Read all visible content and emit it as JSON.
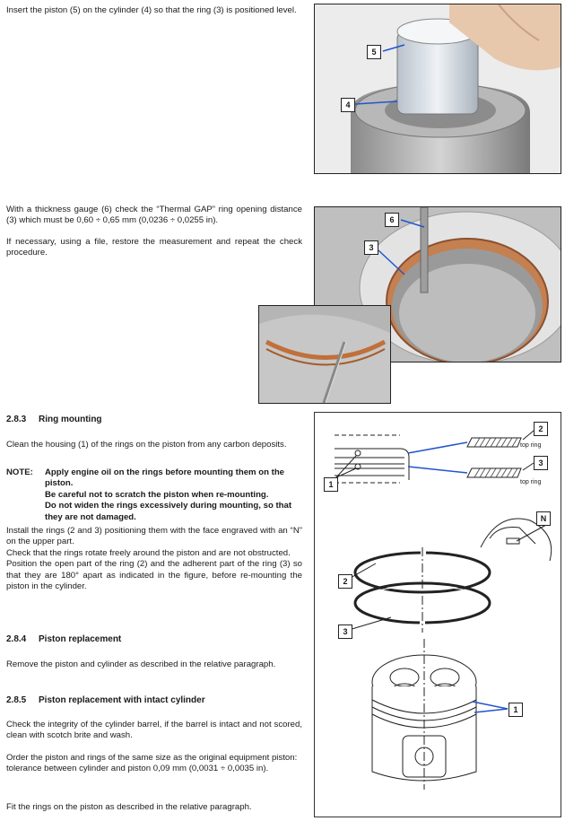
{
  "blocks": {
    "p1": "Insert the piston (5) on the cylinder (4) so that the ring (3) is positioned level.",
    "p2": "With a thickness gauge (6) check the “Thermal GAP” ring opening distance (3) which must be 0,60 ÷ 0,65 mm (0,0236 ÷ 0,0255 in).",
    "p3": "If necessary, using a file, restore the measurement and repeat the check procedure.",
    "s283_num": "2.8.3",
    "s283_title": "Ring mounting",
    "p4": "Clean the housing (1) of the rings on the piston from any carbon deposits.",
    "note_label": "NOTE:",
    "note_line1": "Apply engine oil on the rings before mounting them on the piston.",
    "note_line2": "Be careful not to scratch the piston when re-mounting.",
    "note_line3": "Do not widen the rings excessively during mounting, so that they are not damaged.",
    "p5a": "Install the rings (2 and 3) positioning them with the face engraved with an “N” on the upper part.",
    "p5b": "Check that the rings rotate freely around the piston and are not obstructed.",
    "p5c": "Position the open part of the ring  (2) and the adherent part of the ring (3) so that they are 180° apart as indicated in the figure, before re-mounting the piston in the cylinder.",
    "s284_num": "2.8.4",
    "s284_title": "Piston replacement",
    "p6": "Remove the piston and cylinder as described in the relative paragraph.",
    "s285_num": "2.8.5",
    "s285_title": "Piston replacement with intact cylinder",
    "p7": "Check the integrity of the cylinder barrel, if the barrel is intact and not scored, clean with scotch brite and wash.",
    "p8a": "Order the piston and rings of the same size as the original equipment piston:",
    "p8b": "tolerance between cylinder and piston 0,09 mm (0,0031 ÷ 0,0035 in).",
    "p9": "Fit the rings on the piston as described in the relative paragraph."
  },
  "figures": {
    "fig1_callouts": [
      "5",
      "4"
    ],
    "fig2_callouts": [
      "6",
      "3"
    ],
    "fig3_callouts": [
      "2",
      "3",
      "1",
      "N",
      "2",
      "3",
      "1"
    ],
    "top_ring_label": "top ring"
  },
  "colors": {
    "callout_arrow": "#2255cc",
    "ring_copper": "#c0703a"
  }
}
